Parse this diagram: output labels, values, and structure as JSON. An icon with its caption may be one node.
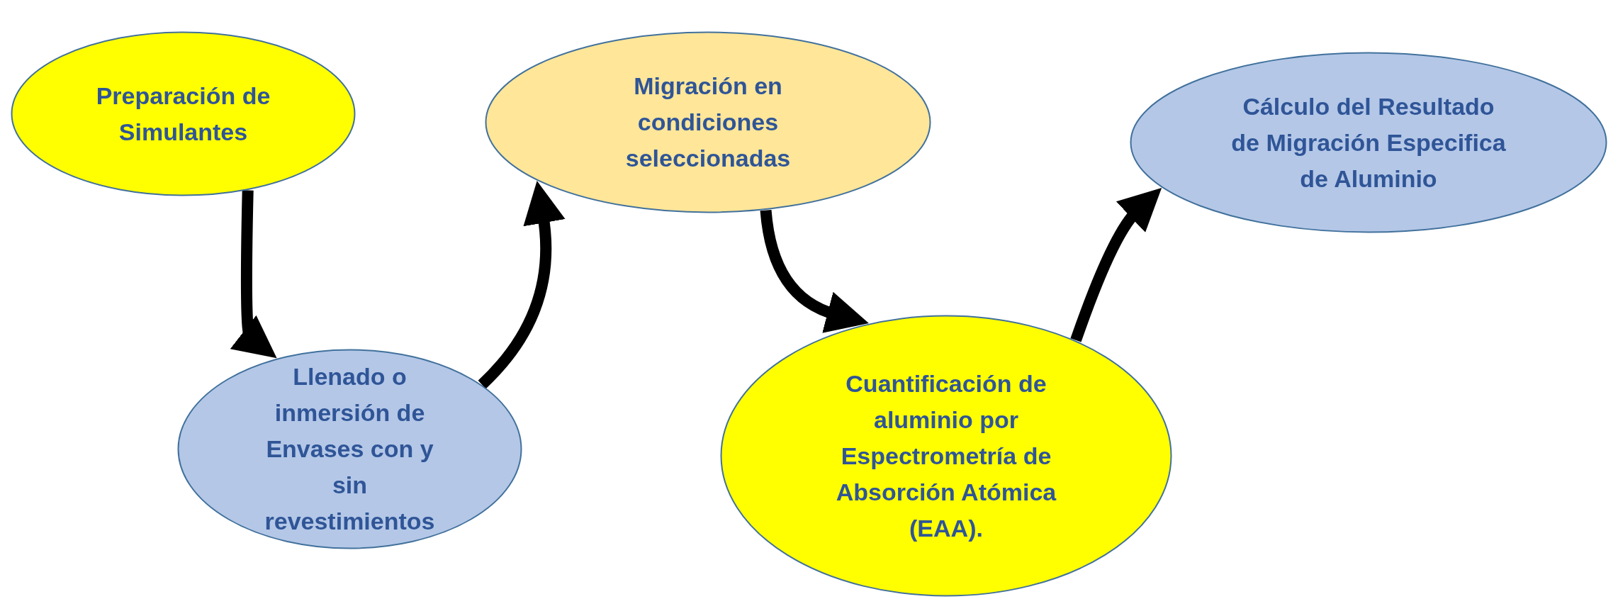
{
  "diagram": {
    "nodes": [
      {
        "text": [
          "Preparación de Simulantes"
        ]
      },
      {
        "text": [
          "Llenado o inmersión de Envases con y sin revestimientos"
        ]
      },
      {
        "text": [
          "Migración en condiciones seleccionadas"
        ]
      },
      {
        "text": [
          "Cuantificación de aluminio por Espectrometría de Absorción Atómica (EAA)."
        ]
      },
      {
        "text": [
          "Cálculo del Resultado de Migración Especifica de Aluminio"
        ]
      }
    ],
    "edges": [
      {
        "from": 0,
        "to": 1,
        "arrow": "to"
      },
      {
        "from": 1,
        "to": 2,
        "arrow": "to"
      },
      {
        "from": 2,
        "to": 3,
        "arrow": "to"
      },
      {
        "from": 3,
        "to": 4,
        "arrow": "to"
      }
    ]
  }
}
